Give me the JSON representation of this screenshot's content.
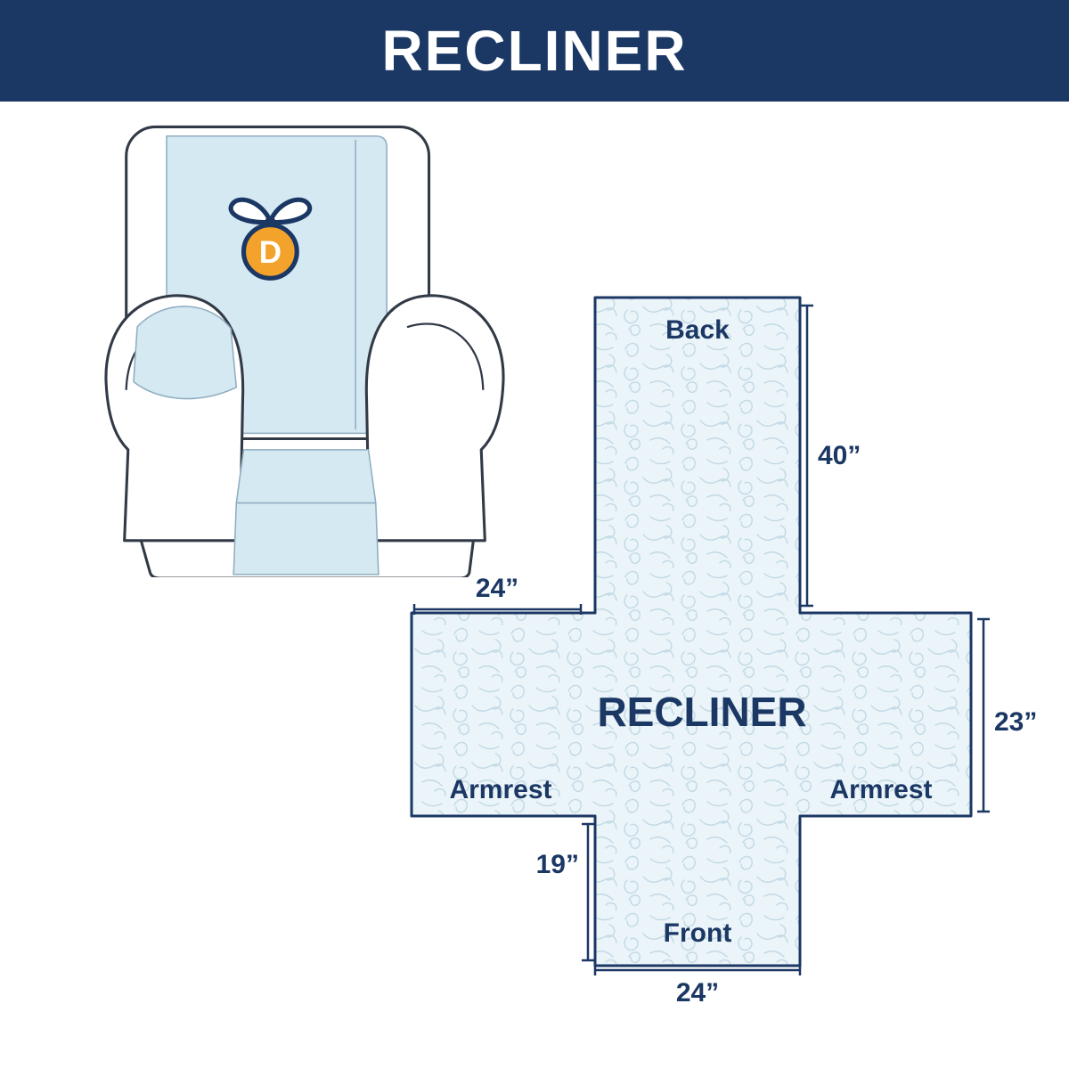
{
  "banner": {
    "title": "RECLINER"
  },
  "colors": {
    "banner_navy": "#1b3764",
    "text_navy": "#1b3764",
    "cover_blue": "#d5e9f3",
    "diagram_fill": "#eaf4f9",
    "pattern_stroke": "#c2d9e4",
    "logo_orange": "#f3a32b",
    "chair_outline": "#333a47"
  },
  "chair": {
    "logo_letter": "D"
  },
  "diagram": {
    "center_label": "RECLINER",
    "back_label": "Back",
    "front_label": "Front",
    "armrest_left": "Armrest",
    "armrest_right": "Armrest",
    "dims": {
      "back_height": "40”",
      "armrest_width": "24”",
      "side_height": "23”",
      "front_height": "19”",
      "front_width": "24”"
    }
  }
}
